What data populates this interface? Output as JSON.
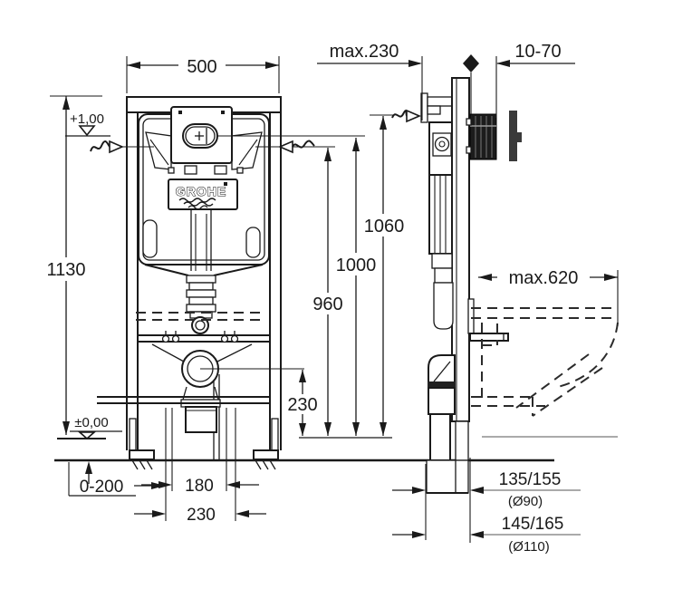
{
  "drawing": {
    "brand": "GROHE",
    "dims": {
      "width_top": "500",
      "height_total": "1130",
      "height_1060": "1060",
      "height_1000": "1000",
      "height_960": "960",
      "depth_max": "max.230",
      "wall_range": "10-70",
      "bowl_depth_max": "max.620",
      "outlet_height": "230",
      "foot_range": "0-200",
      "bolt_spacing": "180",
      "rail_spacing": "230",
      "outlet_90": "135/155",
      "outlet_90_dia": "(Ø90)",
      "outlet_110": "145/165",
      "outlet_110_dia": "(Ø110)",
      "level_plus": "+1,00",
      "level_zero": "±0,00"
    }
  }
}
